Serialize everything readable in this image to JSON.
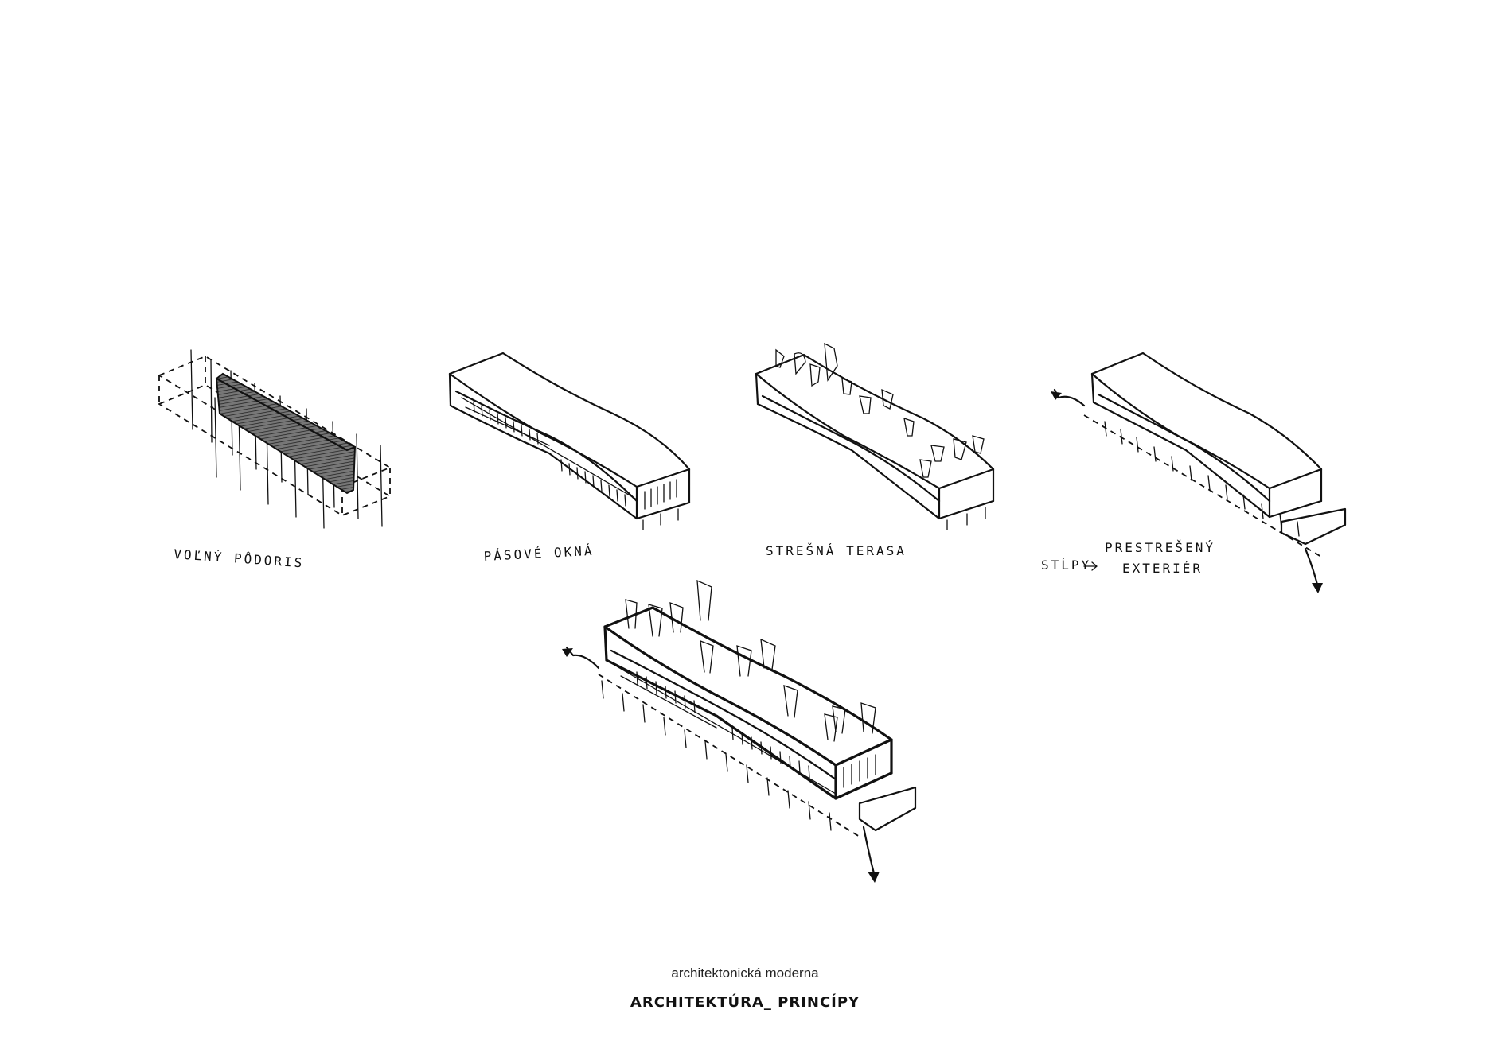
{
  "diagrams": [
    {
      "label": "VOĽNÝ PÔDORIS"
    },
    {
      "label": "PÁSOVÉ OKNÁ"
    },
    {
      "label": "STREŠNÁ TERASA"
    },
    {
      "label": "STĹPY",
      "label2": "PRESTREŠENÝ",
      "label3": "EXTERIÉR"
    }
  ],
  "footer": {
    "subtitle": "architektonická moderna",
    "title": "ARCHITEKTÚRA_ PRINCÍPY"
  }
}
